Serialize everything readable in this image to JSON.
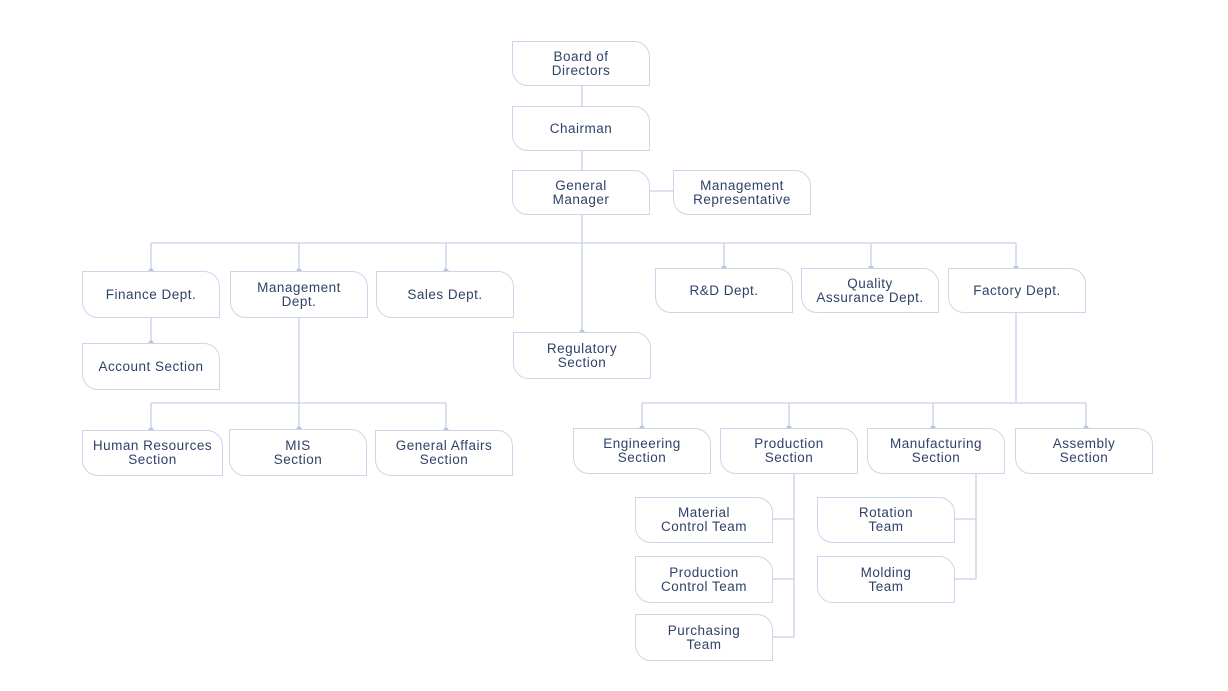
{
  "nodes": {
    "board": "Board of\nDirectors",
    "chairman": "Chairman",
    "gm": "General\nManager",
    "mgmt_rep": "Management\nRepresentative",
    "finance": "Finance Dept.",
    "management": "Management\nDept.",
    "sales": "Sales Dept.",
    "regulatory": "Regulatory\nSection",
    "rnd": "R&D Dept.",
    "qa": "Quality\nAssurance Dept.",
    "factory": "Factory Dept.",
    "account": "Account Section",
    "hr": "Human Resources\nSection",
    "mis": "MIS\nSection",
    "general_affairs": "General Affairs\nSection",
    "engineering": "Engineering\nSection",
    "production": "Production\nSection",
    "manufacturing": "Manufacturing\nSection",
    "assembly": "Assembly\nSection",
    "material_control": "Material\nControl Team",
    "production_control": "Production\nControl Team",
    "purchasing": "Purchasing\nTeam",
    "rotation": "Rotation\nTeam",
    "molding": "Molding\nTeam"
  },
  "colors": {
    "line": "#c7d0e6",
    "border": "#cdd5ea",
    "text": "#2f4269",
    "dot": "#b9c6e2"
  }
}
